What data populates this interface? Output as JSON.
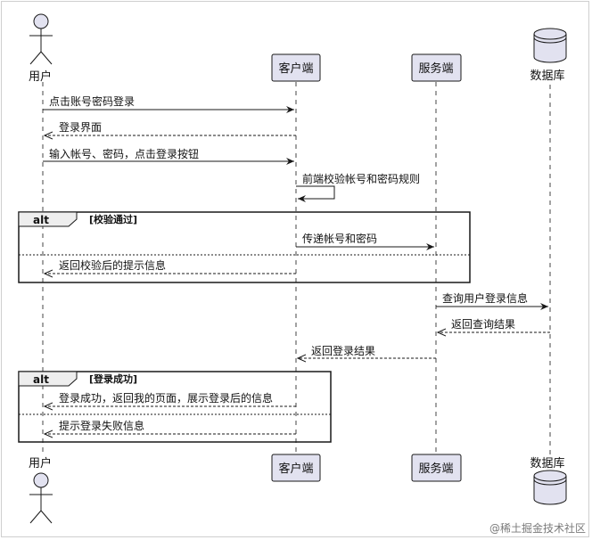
{
  "participants": {
    "user": "用户",
    "client": "客户端",
    "server": "服务端",
    "db": "数据库"
  },
  "messages": [
    {
      "text": "点击账号密码登录"
    },
    {
      "text": "登录界面"
    },
    {
      "text": "输入帐号、密码，点击登录按钮"
    },
    {
      "text": "前端校验帐号和密码规则"
    },
    {
      "text": "传递帐号和密码"
    },
    {
      "text": "返回校验后的提示信息"
    },
    {
      "text": "查询用户登录信息"
    },
    {
      "text": "返回查询结果"
    },
    {
      "text": "返回登录结果"
    },
    {
      "text": "登录成功，返回我的页面，展示登录后的信息"
    },
    {
      "text": "提示登录失败信息"
    }
  ],
  "alt_blocks": [
    {
      "keyword": "alt",
      "condition": "[校验通过]"
    },
    {
      "keyword": "alt",
      "condition": "[登录成功]"
    }
  ],
  "watermark": "@稀土掘金技术社区",
  "colors": {
    "participant_fill": "#e2e2f0",
    "participant_border": "#181818",
    "lifeline": "#181818",
    "arrow": "#181818"
  }
}
